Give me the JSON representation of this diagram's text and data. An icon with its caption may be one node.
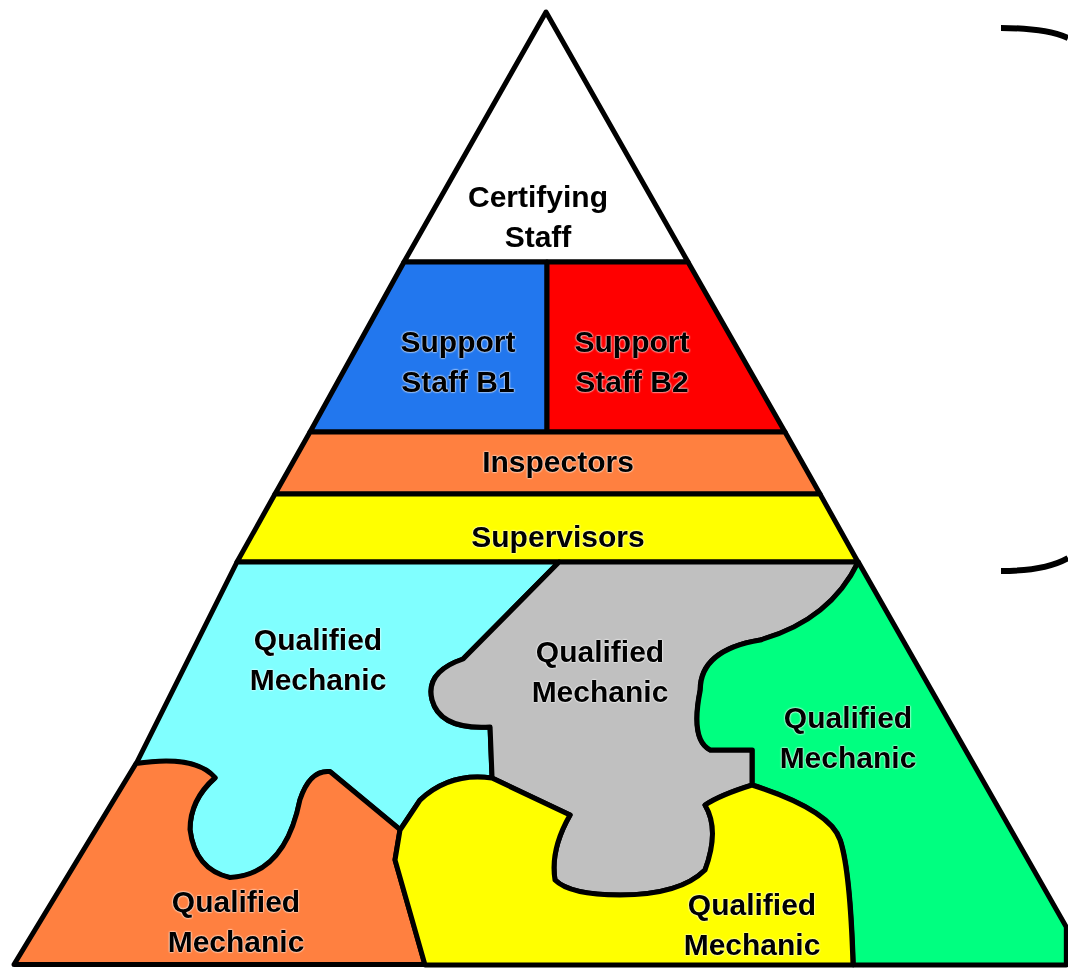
{
  "diagram": {
    "nodes": [
      {
        "text": [
          "Certifying Staff"
        ]
      },
      {
        "text": [
          "Support Staff B1"
        ]
      },
      {
        "text": [
          "Support Staff B2"
        ]
      },
      {
        "text": [
          "Inspectors"
        ]
      },
      {
        "text": [
          "Supervisors"
        ]
      },
      {
        "text": [
          "Qualified Mechanic"
        ]
      },
      {
        "text": [
          "Qualified Mechanic"
        ]
      },
      {
        "text": [
          "Qualified Mechanic"
        ]
      },
      {
        "text": [
          "Qualified Mechanic"
        ]
      },
      {
        "text": [
          "Qualified Mechanic"
        ]
      }
    ]
  }
}
